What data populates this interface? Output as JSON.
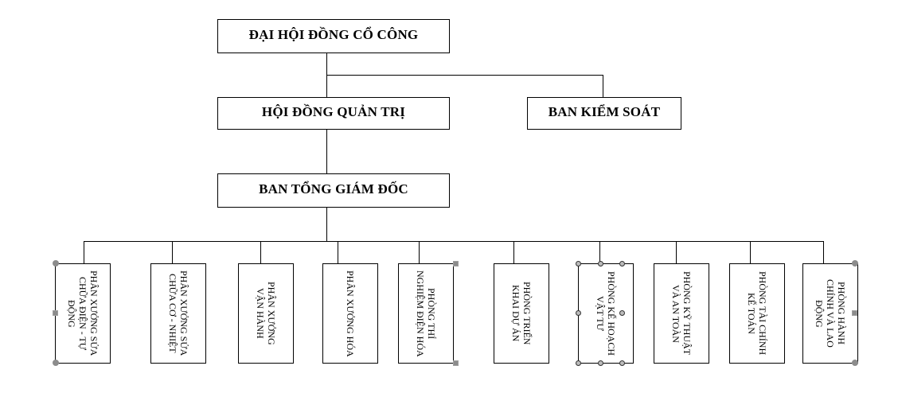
{
  "diagram": {
    "type": "org-chart",
    "root": {
      "label": "ĐẠI HỘI ĐỒNG CỔ CÔNG"
    },
    "level2": [
      {
        "label": "HỘI ĐỒNG QUẢN TRỊ"
      },
      {
        "label": "BAN KIỂM SOÁT"
      }
    ],
    "level3": {
      "label": "BAN TỔNG GIÁM ĐỐC"
    },
    "departments": [
      {
        "label": "PHÂN XƯỞNG SỬA\nCHỮA ĐIỆN - TỰ\nĐỘNG"
      },
      {
        "label": "PHÂN XƯỞNG SỬA\nCHỮA CƠ - NHIỆT"
      },
      {
        "label": "PHÂN XƯỞNG\nVẬN HÀNH"
      },
      {
        "label": "PHÂN XƯỞNG HÓA"
      },
      {
        "label": "PHÒNG THÍ\nNGHIỆM ĐIỆN HÓA"
      },
      {
        "label": "PHÒNG TRIỂN\nKHAI DỰ ÁN"
      },
      {
        "label": "PHÒNG KẾ HOẠCH\nVẬT TƯ"
      },
      {
        "label": "PHÒNG KỸ THUẬT\nVÀ AN TOÀN"
      },
      {
        "label": "PHÒNG TÀI CHÍNH\nKẾ TOÁN"
      },
      {
        "label": "PHÒNG HÀNH\nCHÍNH VÀ LAO\nĐỘNG"
      }
    ],
    "edges": [
      [
        "ĐẠI HỘI ĐỒNG CỔ CÔNG",
        "HỘI ĐỒNG QUẢN TRỊ"
      ],
      [
        "ĐẠI HỘI ĐỒNG CỔ CÔNG",
        "BAN KIỂM SOÁT"
      ],
      [
        "HỘI ĐỒNG QUẢN TRỊ",
        "BAN TỔNG GIÁM ĐỐC"
      ],
      [
        "BAN TỔNG GIÁM ĐỐC",
        "departments[*]"
      ]
    ]
  }
}
